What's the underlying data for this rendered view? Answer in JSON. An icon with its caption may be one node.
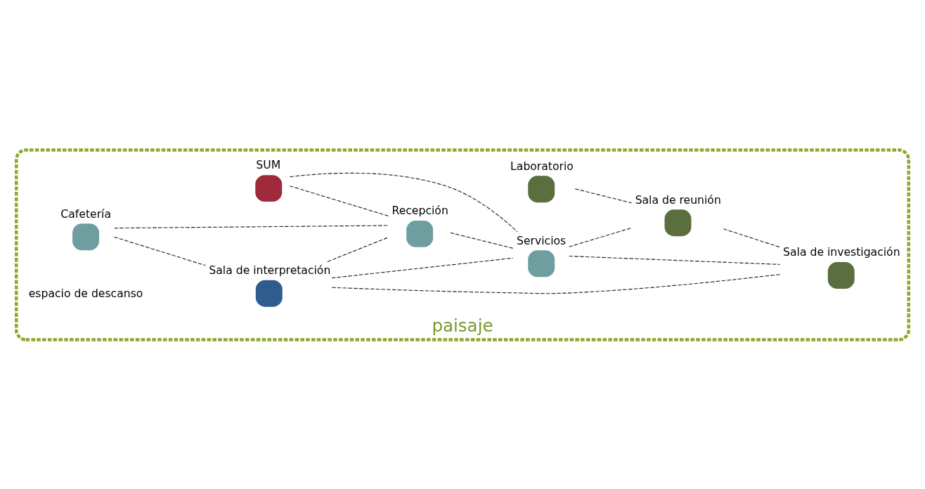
{
  "diagram": {
    "nodes": [
      {
        "text": [
          "paisaje"
        ]
      },
      {
        "text": [
          "Sala de interpretación"
        ],
        "in": 0
      },
      {
        "text": [
          "Laboratorio"
        ],
        "in": 0
      },
      {
        "text": [
          "SUM"
        ],
        "in": 0
      },
      {
        "text": [
          "Sala de investigación"
        ],
        "in": 0
      },
      {
        "text": [
          "Cafetería"
        ],
        "in": 0
      },
      {
        "text": [
          "Servicios"
        ],
        "in": 0
      },
      {
        "text": [
          "Sala de reunión"
        ],
        "in": 0
      },
      {
        "text": [
          "Recepción"
        ],
        "in": 0
      }
    ],
    "edges": [
      {
        "from": 3,
        "to": 6,
        "arrow": "none"
      },
      {
        "from": 3,
        "to": 8,
        "arrow": "none"
      },
      {
        "from": 5,
        "to": 1,
        "arrow": "none"
      },
      {
        "from": 5,
        "to": 8,
        "arrow": "none"
      },
      {
        "from": 1,
        "to": 8,
        "arrow": "none"
      },
      {
        "from": 1,
        "to": 6,
        "arrow": "none"
      },
      {
        "from": 1,
        "to": 4,
        "arrow": "none"
      },
      {
        "from": 6,
        "to": 4,
        "arrow": "none"
      },
      {
        "from": 2,
        "to": 7,
        "arrow": "none"
      },
      {
        "from": 7,
        "to": 4,
        "arrow": "none"
      },
      {
        "from": 6,
        "to": 7,
        "arrow": "none"
      },
      {
        "from": 8,
        "to": 6,
        "arrow": "none"
      }
    ],
    "labels": [
      "espacio de descanso"
    ]
  }
}
